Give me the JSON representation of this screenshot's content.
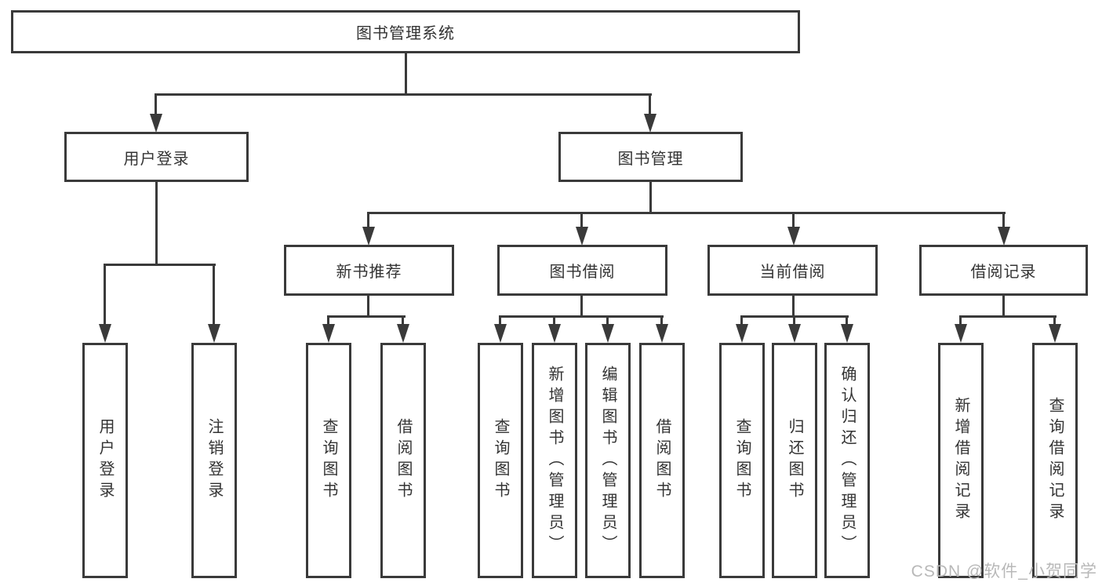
{
  "colors": {
    "line": "#3a3a3a",
    "text": "#333333",
    "box_background": "#ffffff",
    "page_background": "#ffffff",
    "watermark": "#b8b8b8"
  },
  "diagram": {
    "root": {
      "label": "图书管理系统"
    },
    "level2": [
      {
        "label": "用户登录"
      },
      {
        "label": "图书管理"
      }
    ],
    "level3": [
      {
        "label": "新书推荐"
      },
      {
        "label": "图书借阅"
      },
      {
        "label": "当前借阅"
      },
      {
        "label": "借阅记录"
      }
    ],
    "leaves": {
      "user_login": [
        {
          "label": "用户登录"
        },
        {
          "label": "注销登录"
        }
      ],
      "new_book_recommend": [
        {
          "label": "查询图书"
        },
        {
          "label": "借阅图书"
        }
      ],
      "book_borrow": [
        {
          "label": "查询图书"
        },
        {
          "label": "新增图书（管理员）"
        },
        {
          "label": "编辑图书（管理员）"
        },
        {
          "label": "借阅图书"
        }
      ],
      "current_borrow": [
        {
          "label": "查询图书"
        },
        {
          "label": "归还图书"
        },
        {
          "label": "确认归还（管理员）"
        }
      ],
      "borrow_records": [
        {
          "label": "新增借阅记录"
        },
        {
          "label": "查询借阅记录"
        }
      ]
    }
  },
  "watermark": {
    "label": "CSDN @软件_小贺同学"
  }
}
